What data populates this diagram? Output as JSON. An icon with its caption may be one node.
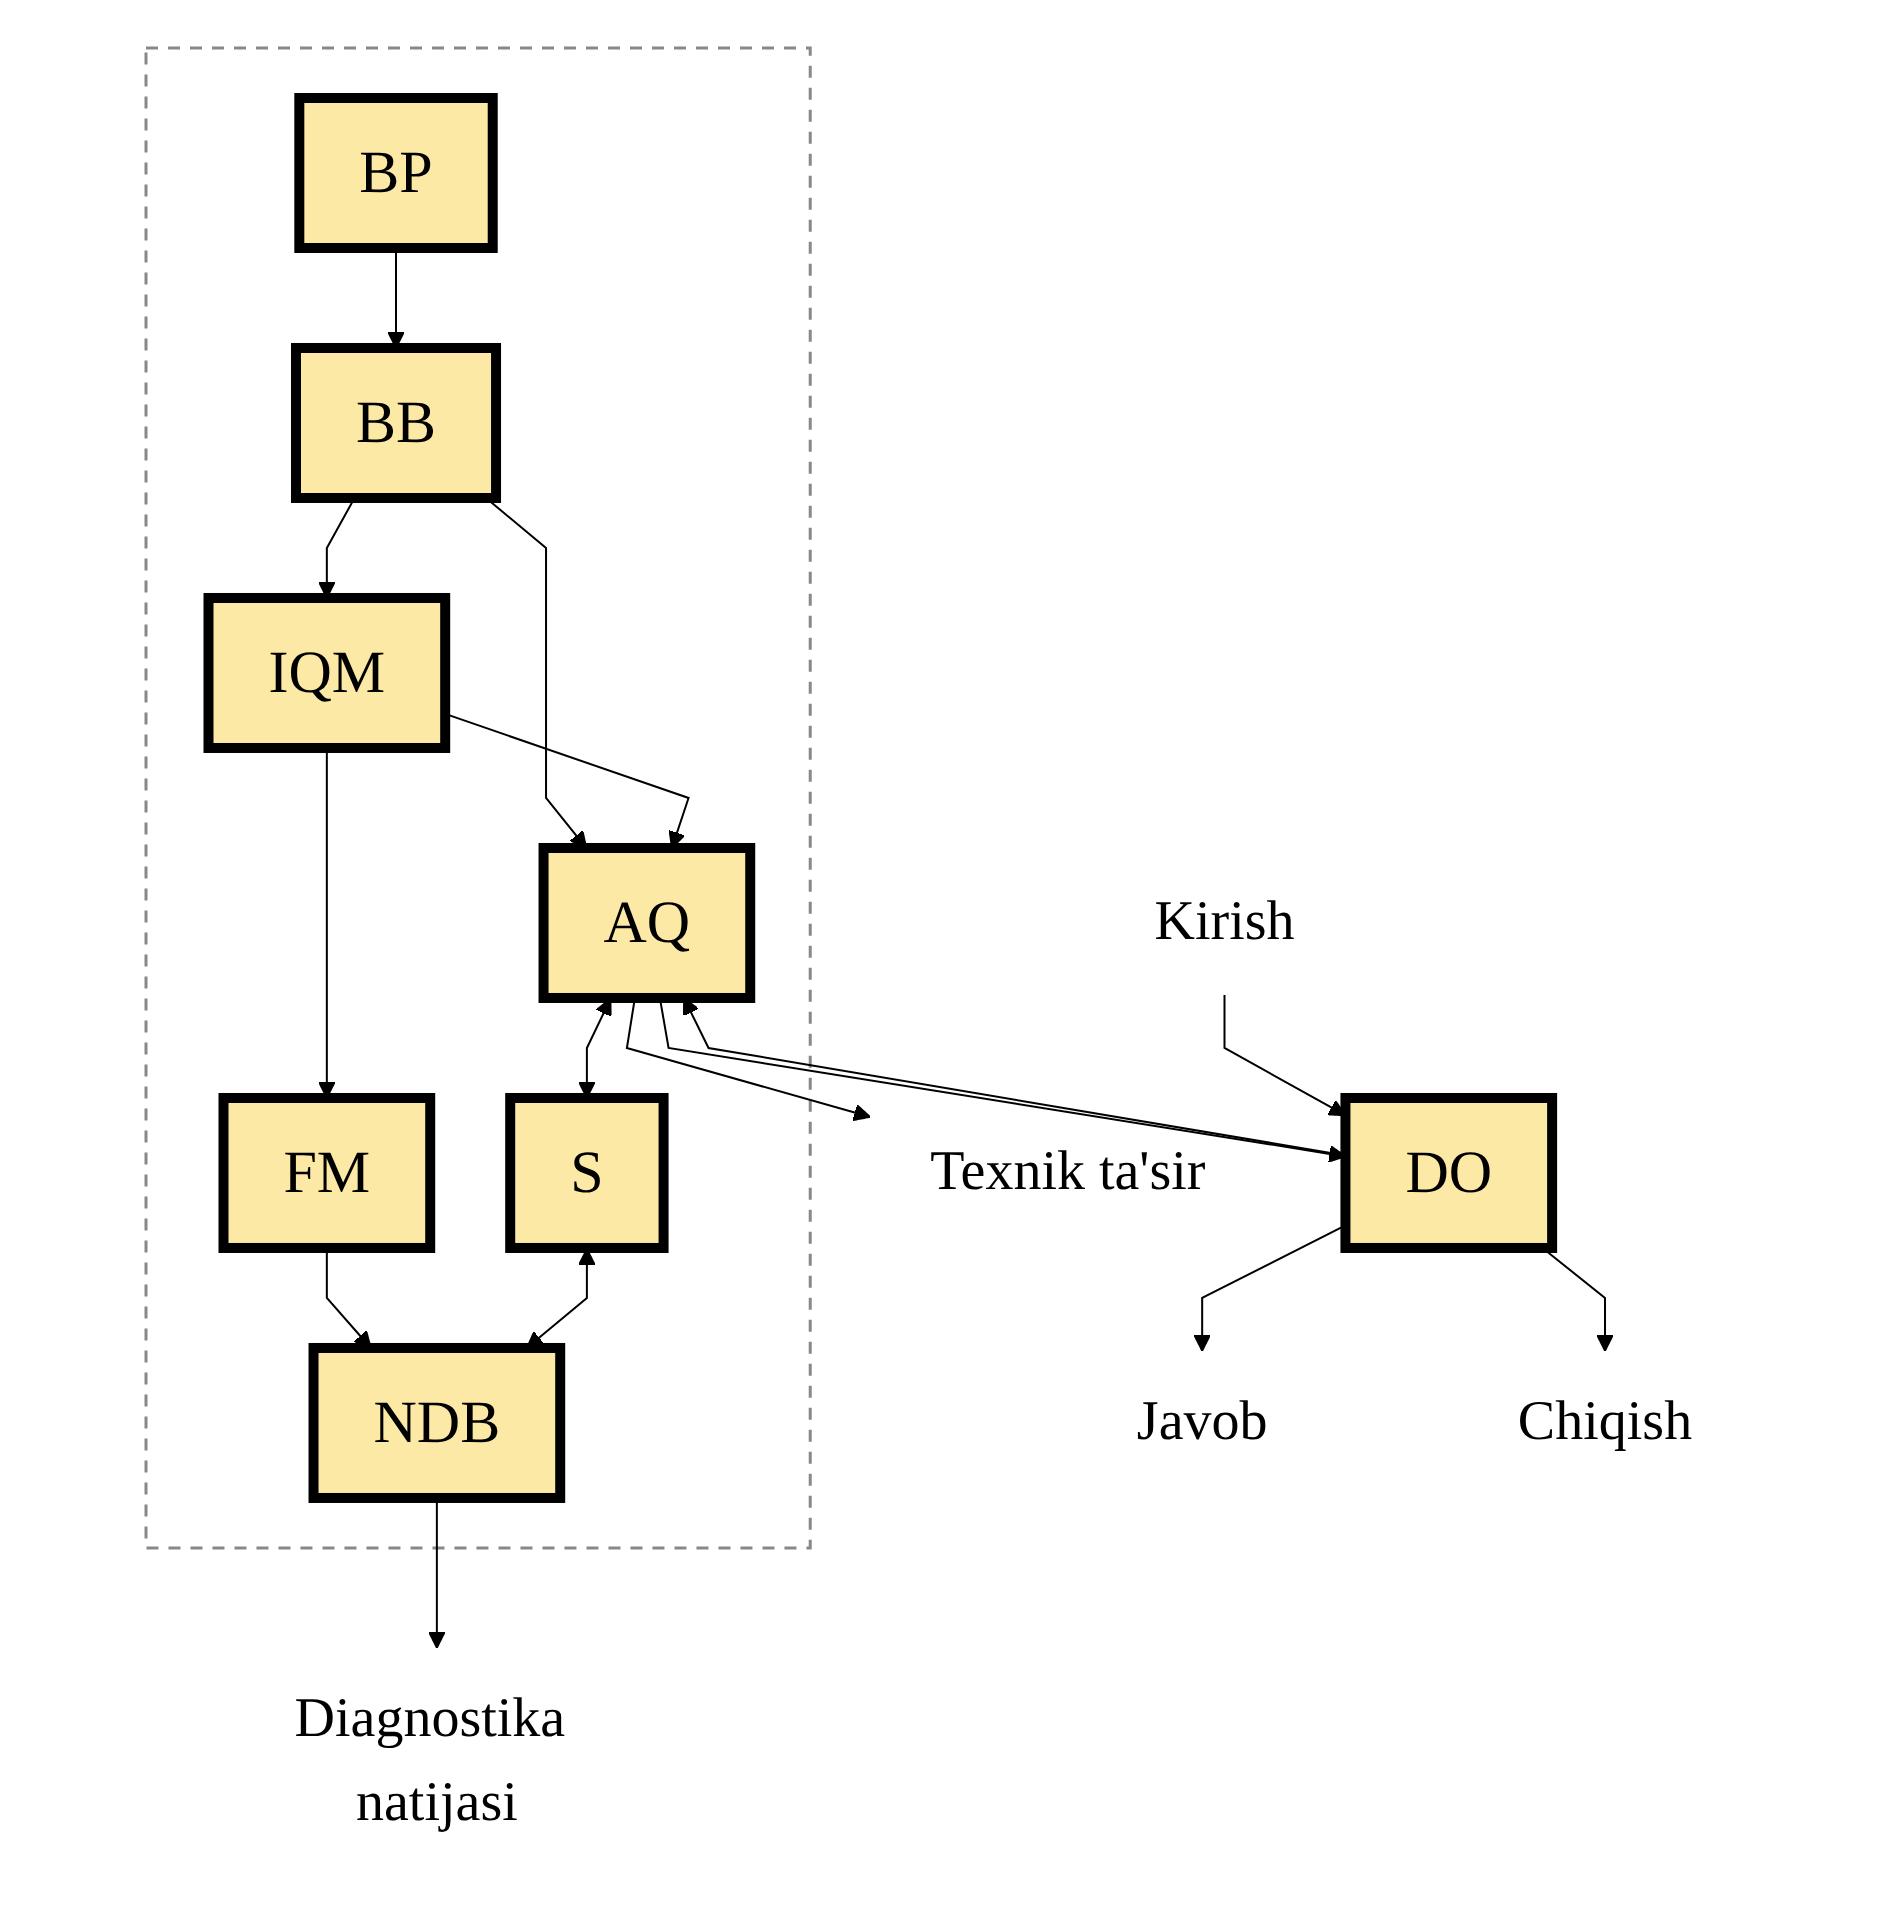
{
  "diagram": {
    "nodes": [
      {
        "text": [],
        "shape": "box"
      },
      {
        "text": [
          "BP"
        ],
        "in": 0
      },
      {
        "text": [
          "BB"
        ],
        "in": 0
      },
      {
        "text": [
          "IQM"
        ],
        "in": 0
      },
      {
        "text": [
          "FM"
        ],
        "in": 0
      },
      {
        "text": [
          "NDB"
        ],
        "in": 0
      },
      {
        "text": [
          "S"
        ],
        "in": 0
      },
      {
        "text": [
          "AQ"
        ],
        "in": 0
      },
      {
        "text": [
          "DO"
        ]
      },
      {
        "text": [
          "Texnik ta'sir"
        ]
      },
      {
        "text": [
          "Kirish"
        ]
      },
      {
        "text": [
          "Javob"
        ]
      },
      {
        "text": [
          "Chiqish"
        ]
      },
      {
        "text": [
          "Diagnostika natijasi"
        ]
      }
    ],
    "edges": [
      {
        "from": 1,
        "to": 2,
        "arrow": "to"
      },
      {
        "from": 2,
        "to": 3,
        "arrow": "to"
      },
      {
        "from": 2,
        "to": 7,
        "arrow": "to"
      },
      {
        "from": 3,
        "to": 7,
        "arrow": "to"
      },
      {
        "from": 3,
        "to": 4,
        "arrow": "to"
      },
      {
        "from": 4,
        "to": 5,
        "arrow": "to"
      },
      {
        "from": 6,
        "to": 5,
        "arrow": "both"
      },
      {
        "from": 7,
        "to": 6,
        "arrow": "both"
      },
      {
        "from": 7,
        "to": 8,
        "arrow": "to"
      },
      {
        "from": 8,
        "to": 7,
        "arrow": "to"
      },
      {
        "from": 7,
        "to": 9,
        "arrow": "to"
      },
      {
        "from": 8,
        "to": 11,
        "arrow": "to"
      },
      {
        "from": 10,
        "to": 8,
        "arrow": "to"
      },
      {
        "from": 8,
        "to": 12,
        "arrow": "to"
      },
      {
        "from": 5,
        "to": 13,
        "arrow": "to"
      }
    ]
  }
}
